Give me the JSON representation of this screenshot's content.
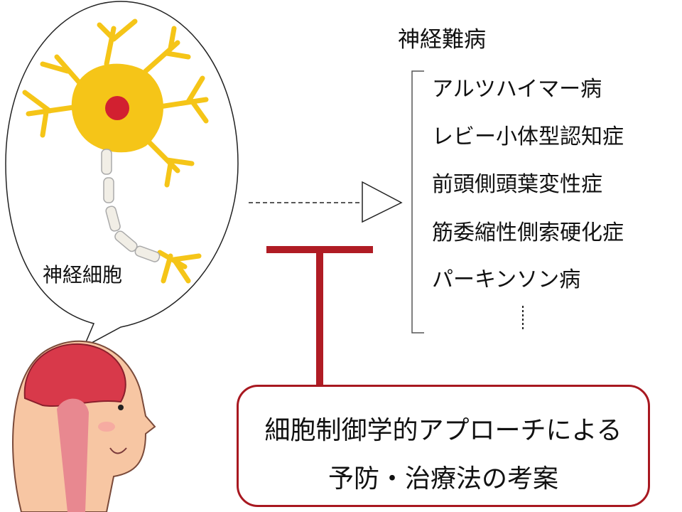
{
  "title": "神経難病",
  "diseases": [
    "アルツハイマー病",
    "レビー小体型認知症",
    "前頭側頭葉変性症",
    "筋委縮性側索硬化症",
    "パーキンソン病"
  ],
  "neuron_label": "神経細胞",
  "approach_box": {
    "line1": "細胞制御学的アプローチによる",
    "line2": "予防・治療法の考案"
  },
  "colors": {
    "inhibit": "#b01c24",
    "neuron": "#f5c518",
    "nucleus": "#d22030"
  }
}
